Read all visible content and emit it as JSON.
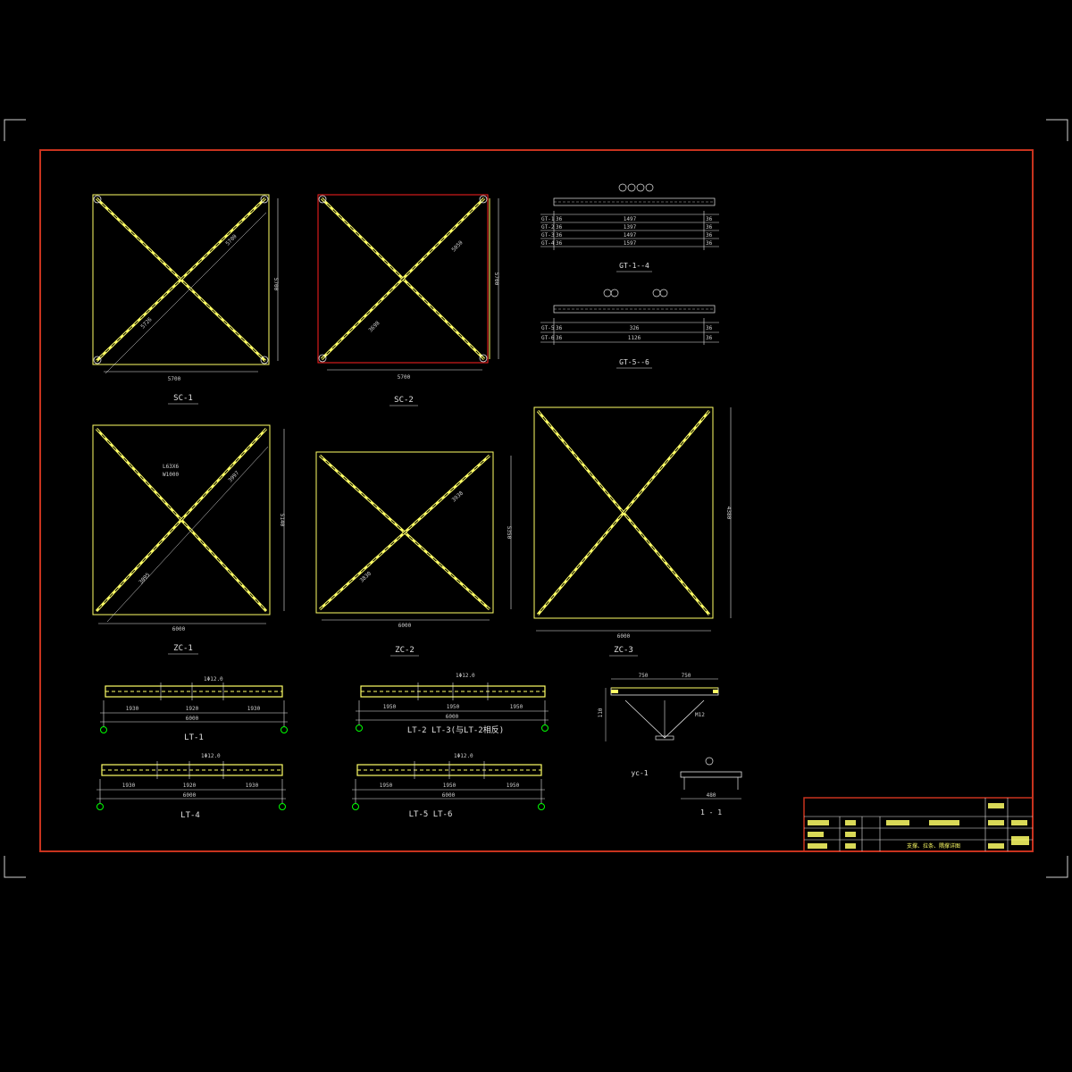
{
  "colors": {
    "background": "#000000",
    "border": "#c8331e",
    "member": "#ffff66",
    "line": "#e6e6e6",
    "accent_red": "#ff2020",
    "marker": "#00ff00"
  },
  "drawings": {
    "sc1": {
      "label": "SC-1",
      "width_dim": "5700",
      "height_dim": "5700",
      "diag_a": "5700",
      "diag_b": "5726"
    },
    "sc2": {
      "label": "SC-2",
      "width_dim": "5700",
      "height_dim": "5700",
      "diag_a": "5050",
      "diag_b": "3698"
    },
    "gt14": {
      "label": "GT-1--4",
      "rows": [
        {
          "name": "GT-1",
          "a": "36",
          "mid": "1497",
          "b": "36"
        },
        {
          "name": "GT-2",
          "a": "36",
          "mid": "1397",
          "b": "36"
        },
        {
          "name": "GT-3",
          "a": "36",
          "mid": "1497",
          "b": "36"
        },
        {
          "name": "GT-4",
          "a": "36",
          "mid": "1597",
          "b": "36"
        }
      ]
    },
    "gt56": {
      "label": "GT-5--6",
      "rows": [
        {
          "name": "GT-5",
          "a": "36",
          "mid": "326",
          "b": "36"
        },
        {
          "name": "GT-6",
          "a": "36",
          "mid": "1126",
          "b": "36"
        }
      ]
    },
    "zc1": {
      "label": "ZC-1",
      "width_dim": "6000",
      "height_dim": "5140",
      "note1": "L63X6",
      "note2": "W1000",
      "diag_a": "3997",
      "diag_b": "3095"
    },
    "zc2": {
      "label": "ZC-2",
      "width_dim": "6000",
      "height_dim": "5350",
      "diag_a": "3938",
      "diag_b": "3830"
    },
    "zc3": {
      "label": "ZC-3",
      "width_dim": "6000",
      "height_dim": "4380"
    },
    "lt1": {
      "label": "LT-1",
      "rod": "1Φ12.0",
      "seg1": "1930",
      "seg2": "1920",
      "seg3": "1930",
      "total": "6000"
    },
    "lt23": {
      "label": "LT-2  LT-3(与LT-2相反)",
      "rod": "1Φ12.0",
      "seg1": "1950",
      "seg2": "1950",
      "seg3": "1950",
      "total": "6000"
    },
    "lt4": {
      "label": "LT-4",
      "rod": "1Φ12.0",
      "seg1": "1930",
      "seg2": "1920",
      "seg3": "1930",
      "total": "6000"
    },
    "lt56": {
      "label": "LT-5  LT-6",
      "rod": "1Φ12.0",
      "seg1": "1950",
      "seg2": "1950",
      "seg3": "1950",
      "total": "6000"
    },
    "yc1": {
      "label": "yc-1",
      "top_a": "750",
      "top_b": "750",
      "side": "110",
      "note": "M12"
    },
    "sec11": {
      "label": "1 - 1",
      "dim": "480"
    }
  },
  "title_block": {
    "drawing_title": "支撑、拉条、隅撑详图"
  }
}
